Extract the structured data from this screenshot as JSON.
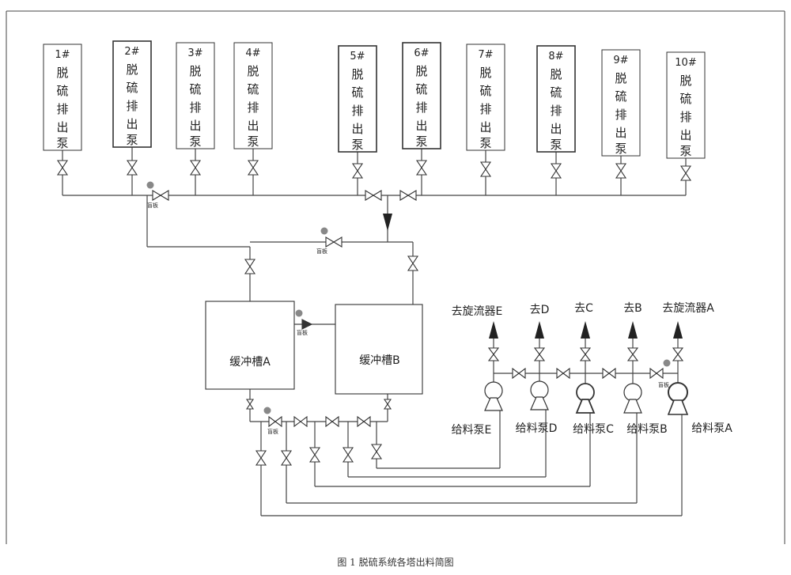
{
  "pumps_top": [
    {
      "num": "1#",
      "chars": [
        "脱",
        "硫",
        "排",
        "出",
        "泵"
      ]
    },
    {
      "num": "2#",
      "chars": [
        "脱",
        "硫",
        "排",
        "出",
        "泵"
      ]
    },
    {
      "num": "3#",
      "chars": [
        "脱",
        "硫",
        "排",
        "出",
        "泵"
      ]
    },
    {
      "num": "4#",
      "chars": [
        "脱",
        "硫",
        "排",
        "出",
        "泵"
      ]
    },
    {
      "num": "5#",
      "chars": [
        "脱",
        "硫",
        "排",
        "出",
        "泵"
      ]
    },
    {
      "num": "6#",
      "chars": [
        "脱",
        "硫",
        "排",
        "出",
        "泵"
      ]
    },
    {
      "num": "7#",
      "chars": [
        "脱",
        "硫",
        "排",
        "出",
        "泵"
      ]
    },
    {
      "num": "8#",
      "chars": [
        "脱",
        "硫",
        "排",
        "出",
        "泵"
      ]
    },
    {
      "num": "9#",
      "chars": [
        "脱",
        "硫",
        "排",
        "出",
        "泵"
      ]
    },
    {
      "num": "10#",
      "chars": [
        "脱",
        "硫",
        "排",
        "出",
        "泵"
      ]
    }
  ],
  "tanks": {
    "a": "缓冲槽A",
    "b": "缓冲槽B"
  },
  "blind_plate_label": "盲板",
  "destinations": [
    "去旋流器E",
    "去D",
    "去C",
    "去B",
    "去旋流器A"
  ],
  "feed_pumps": [
    "给料泵E",
    "给料泵D",
    "给料泵C",
    "给料泵B",
    "给料泵A"
  ],
  "caption": "图 1  脱硫系统各塔出料简图"
}
